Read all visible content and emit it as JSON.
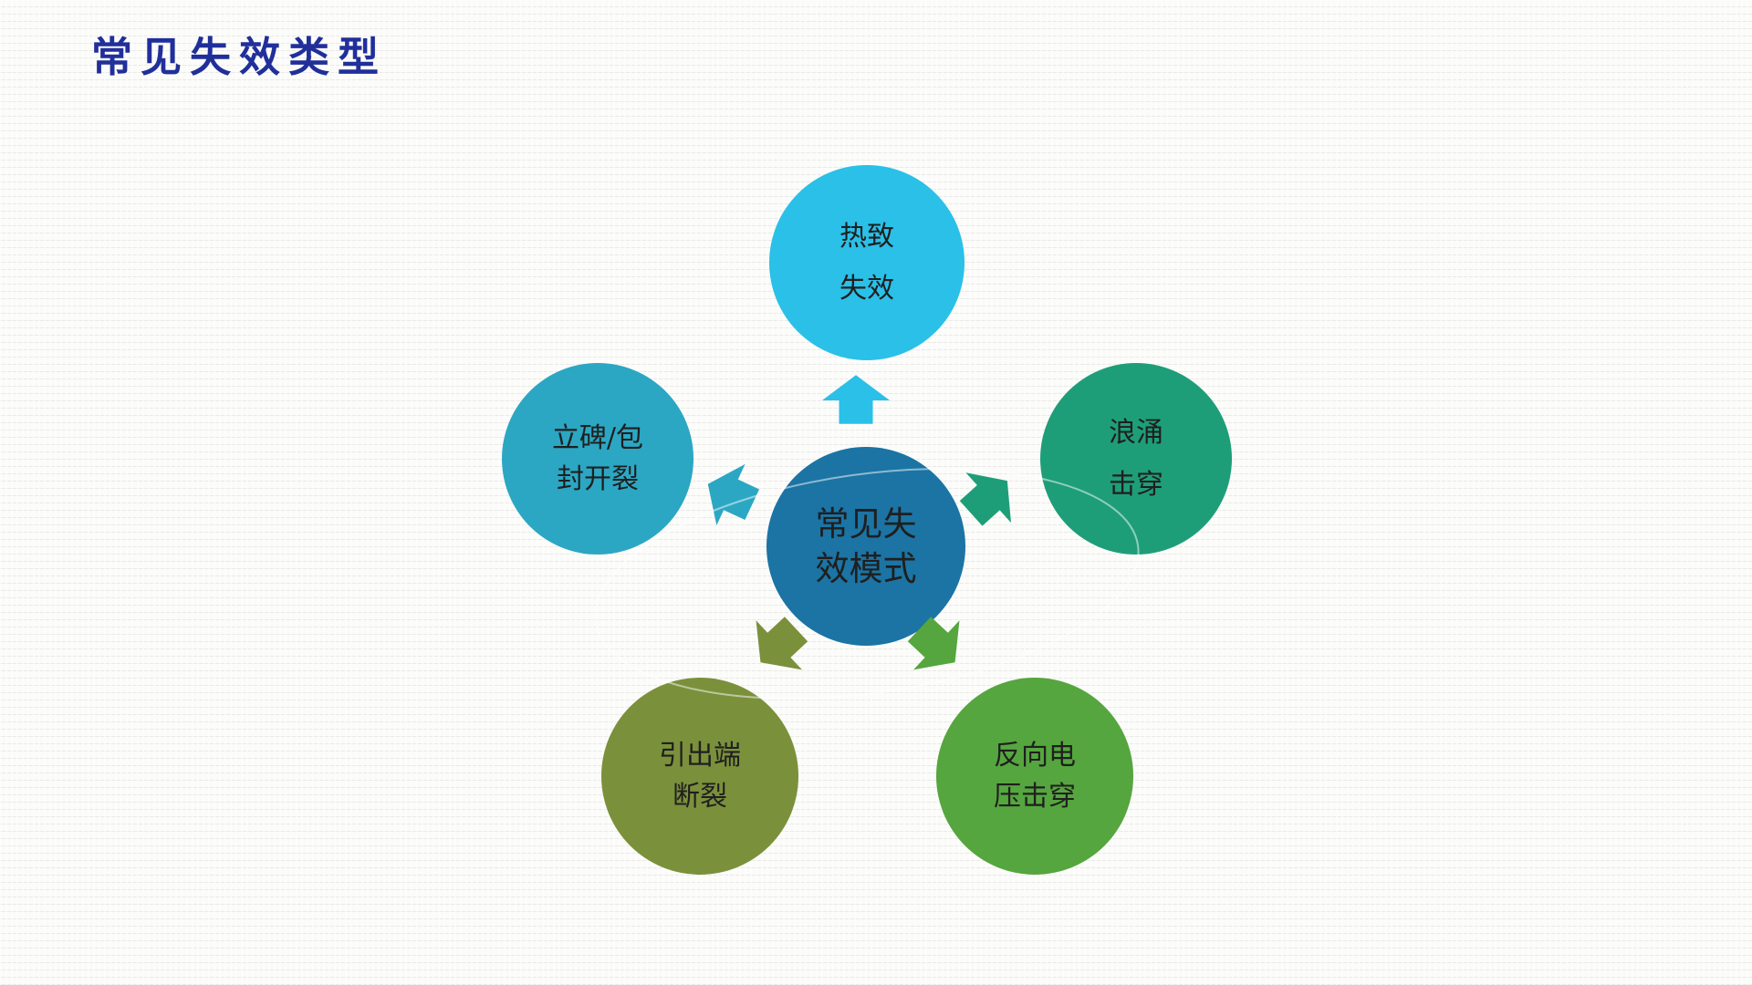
{
  "slide": {
    "title": "常见失效类型",
    "title_color": "#202f9a",
    "background_color": "#fbfbf9"
  },
  "diagram": {
    "center": {
      "lines": [
        "常见失",
        "效模式"
      ],
      "color": "#1b74a4",
      "text_color": "#1f1f1f"
    },
    "nodes": [
      {
        "id": "thermal-failure",
        "lines": [
          "热致",
          "失效"
        ],
        "color": "#2ac0e8"
      },
      {
        "id": "surge-breakdown",
        "lines": [
          "浪涌",
          "击穿"
        ],
        "color": "#1e9e78"
      },
      {
        "id": "reverse-voltage-breakdown",
        "lines": [
          "反向电",
          "压击穿"
        ],
        "color": "#55a63e"
      },
      {
        "id": "lead-terminal-fracture",
        "lines": [
          "引出端",
          "断裂"
        ],
        "color": "#7b903b"
      },
      {
        "id": "tombstone-package-crack",
        "lines": [
          "立碑/包",
          "封开裂"
        ],
        "color": "#2ba7c3"
      }
    ],
    "arrows": [
      {
        "target": "thermal-failure",
        "direction": "up",
        "color": "#2ac0e8"
      },
      {
        "target": "surge-breakdown",
        "direction": "up-right",
        "color": "#1e9e78"
      },
      {
        "target": "reverse-voltage-breakdown",
        "direction": "down-right",
        "color": "#55a63e"
      },
      {
        "target": "lead-terminal-fracture",
        "direction": "down-left",
        "color": "#7b903b"
      },
      {
        "target": "tombstone-package-crack",
        "direction": "left-up",
        "color": "#2ba7c3"
      }
    ]
  }
}
